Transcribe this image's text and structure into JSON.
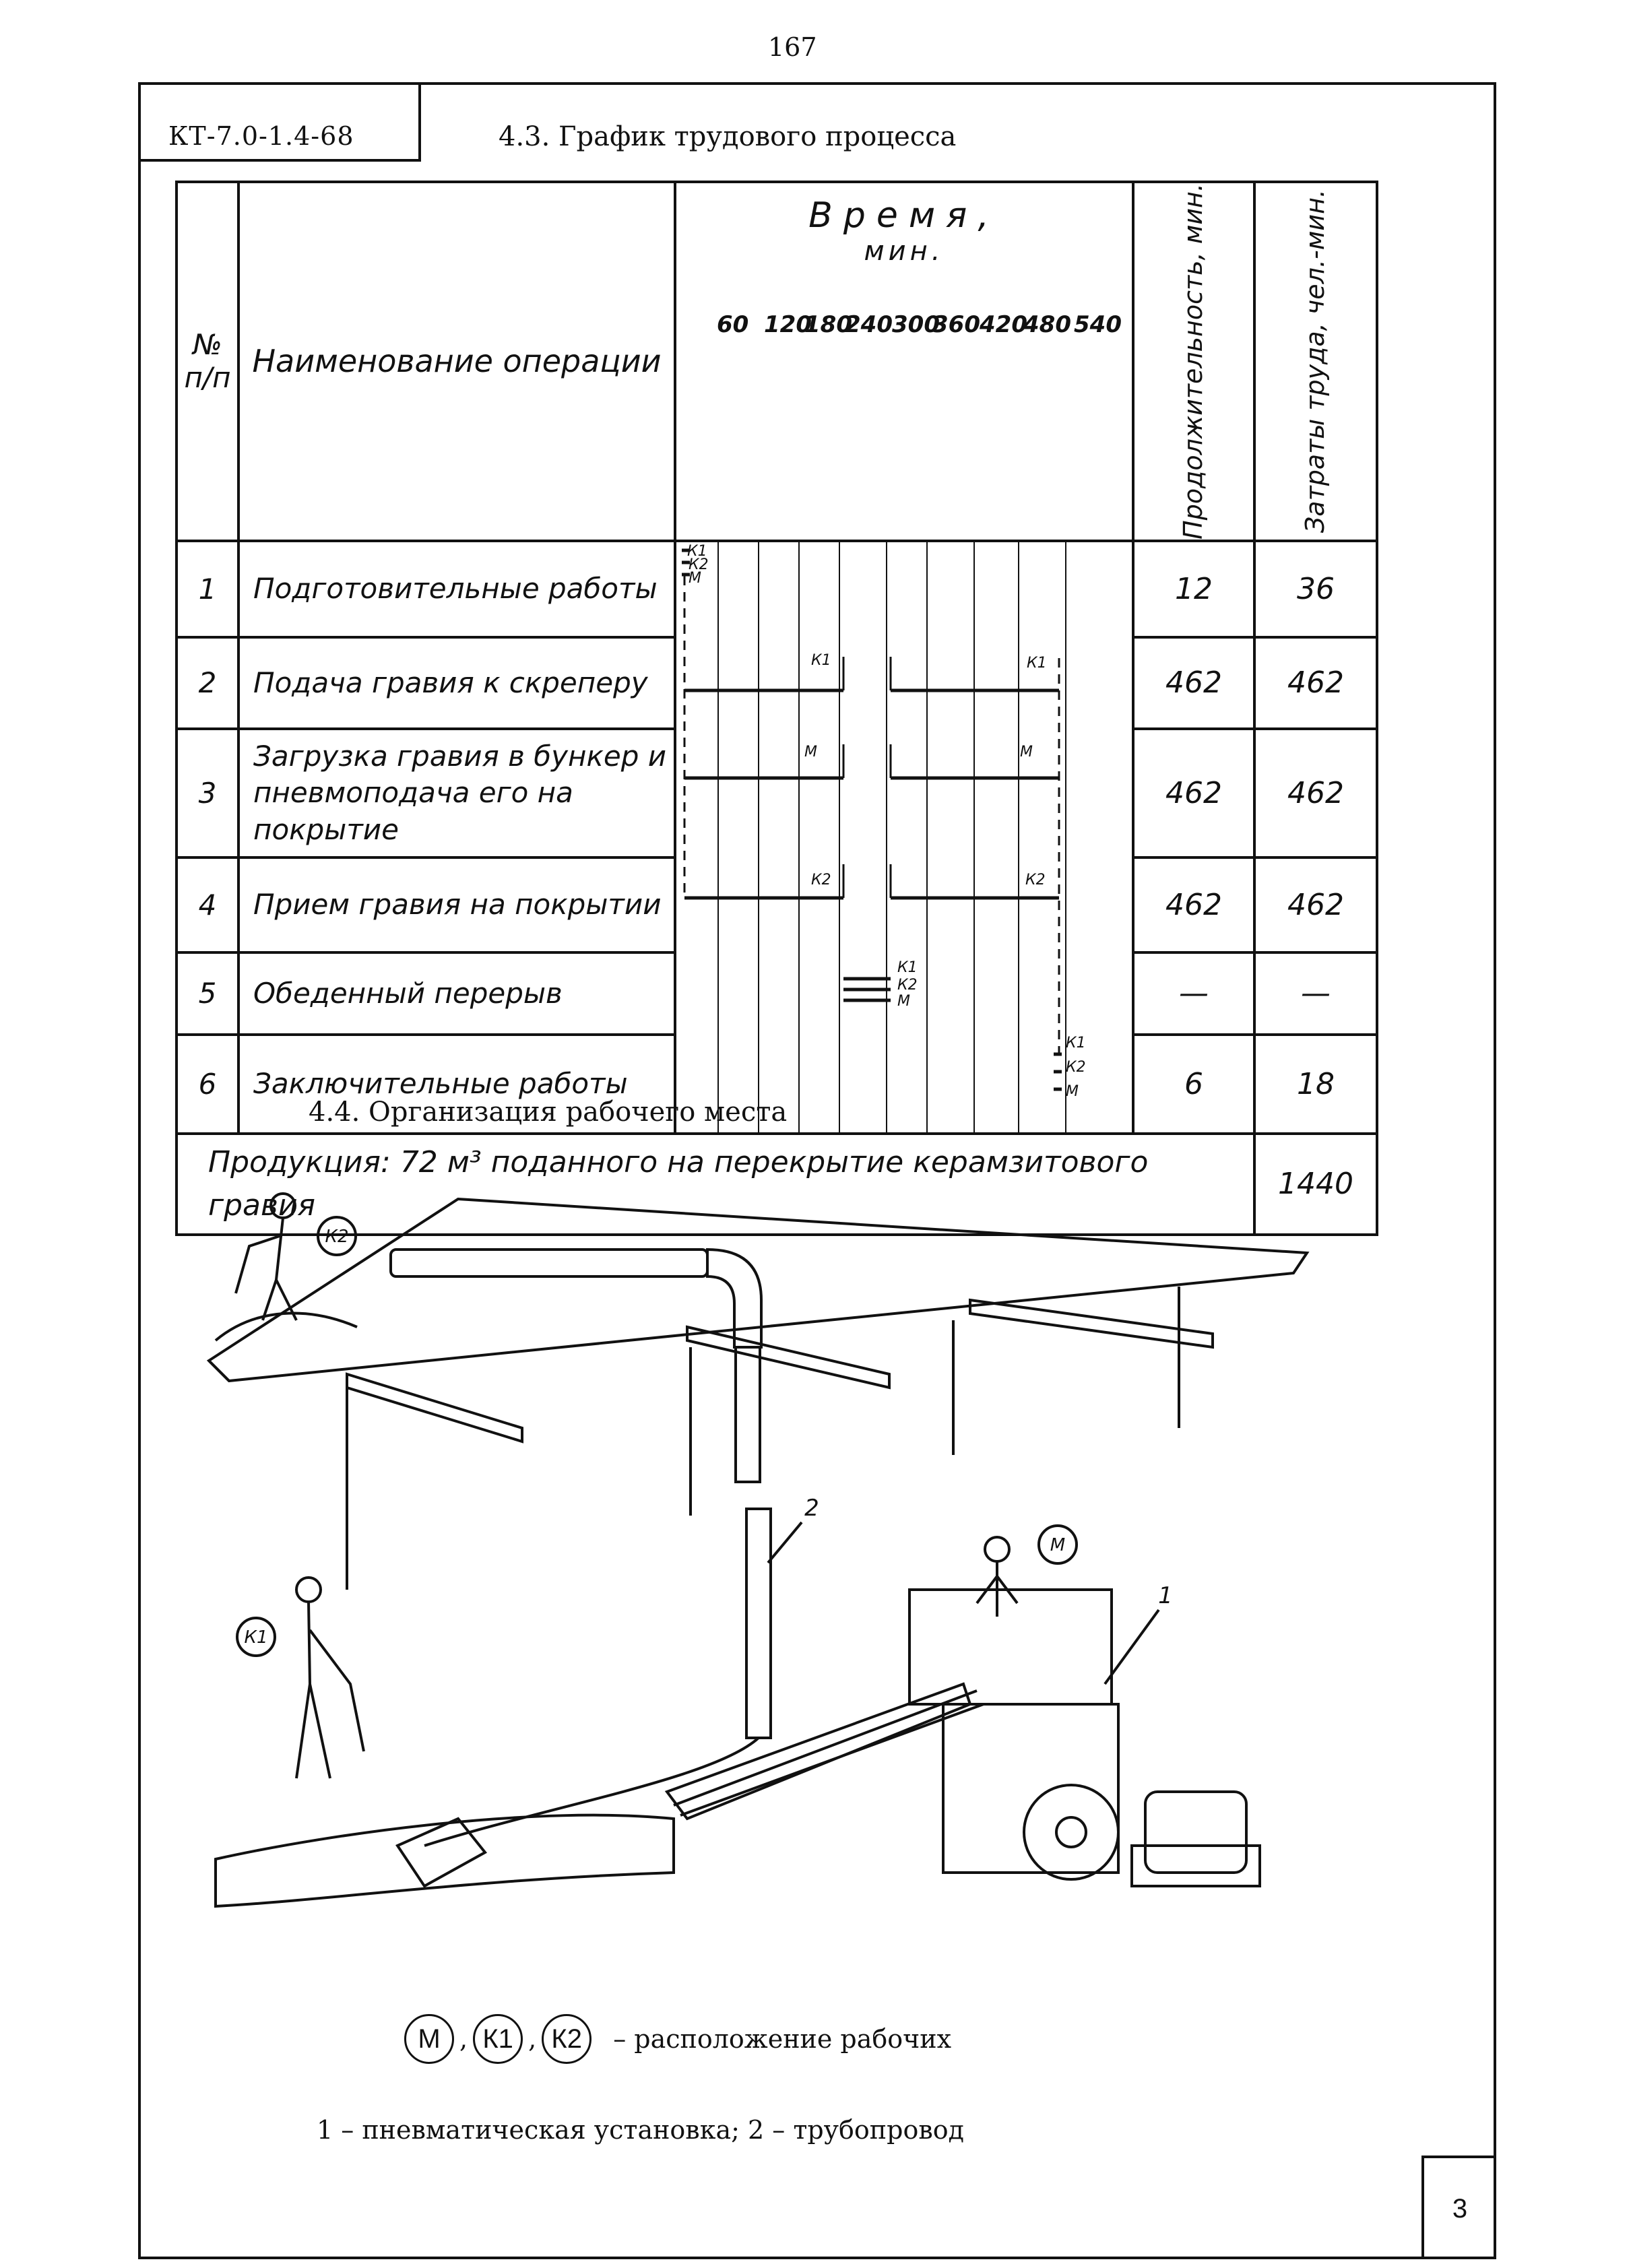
{
  "page_number": "167",
  "doc_code": "КТ-7.0-1.4-68",
  "section_schedule": "4.3. График трудового процесса",
  "table": {
    "col_num": "№ п/п",
    "col_name": "Наименование операции",
    "col_time": "Время,",
    "col_time_unit": "мин.",
    "time_ticks": [
      "60",
      "120",
      "180",
      "240",
      "300",
      "360",
      "420",
      "480",
      "540"
    ],
    "col_duration": "Продолжительность, мин.",
    "col_labor": "Затраты труда, чел.-мин.",
    "rows": [
      {
        "n": "1",
        "name": "Подготовительные работы",
        "duration": "12",
        "labor": "36",
        "workers": [
          "К1",
          "К2",
          "М"
        ]
      },
      {
        "n": "2",
        "name": "Подача гравия к скреперу",
        "duration": "462",
        "labor": "462",
        "workers": [
          "К1",
          "К1"
        ]
      },
      {
        "n": "3",
        "name": "Загрузка гравия в бункер и пневмоподача его на покрытие",
        "duration": "462",
        "labor": "462",
        "workers": [
          "М",
          "М"
        ]
      },
      {
        "n": "4",
        "name": "Прием гравия на покрытии",
        "duration": "462",
        "labor": "462",
        "workers": [
          "К2",
          "К2"
        ]
      },
      {
        "n": "5",
        "name": "Обеденный перерыв",
        "duration": "—",
        "labor": "—",
        "workers": [
          "К1",
          "К2",
          "М"
        ]
      },
      {
        "n": "6",
        "name": "Заключительные работы",
        "duration": "6",
        "labor": "18",
        "workers": [
          "К1",
          "К2",
          "М"
        ]
      }
    ],
    "product_label": "Продукция:",
    "product_text": "72 м³ поданного на перекрытие керамзитового гравия",
    "product_total": "1440"
  },
  "section_workplace": "4.4. Организация рабочего места",
  "illustration": {
    "worker_k2": "К2",
    "worker_k1": "К1",
    "worker_m": "М",
    "label_pipe": "2",
    "label_unit": "1"
  },
  "legend": {
    "m": "М",
    "k1": "К1",
    "k2": "К2",
    "text": "– расположение рабочих"
  },
  "caption": "1 – пневматическая установка;  2 – трубопровод",
  "sheet_number": "3"
}
